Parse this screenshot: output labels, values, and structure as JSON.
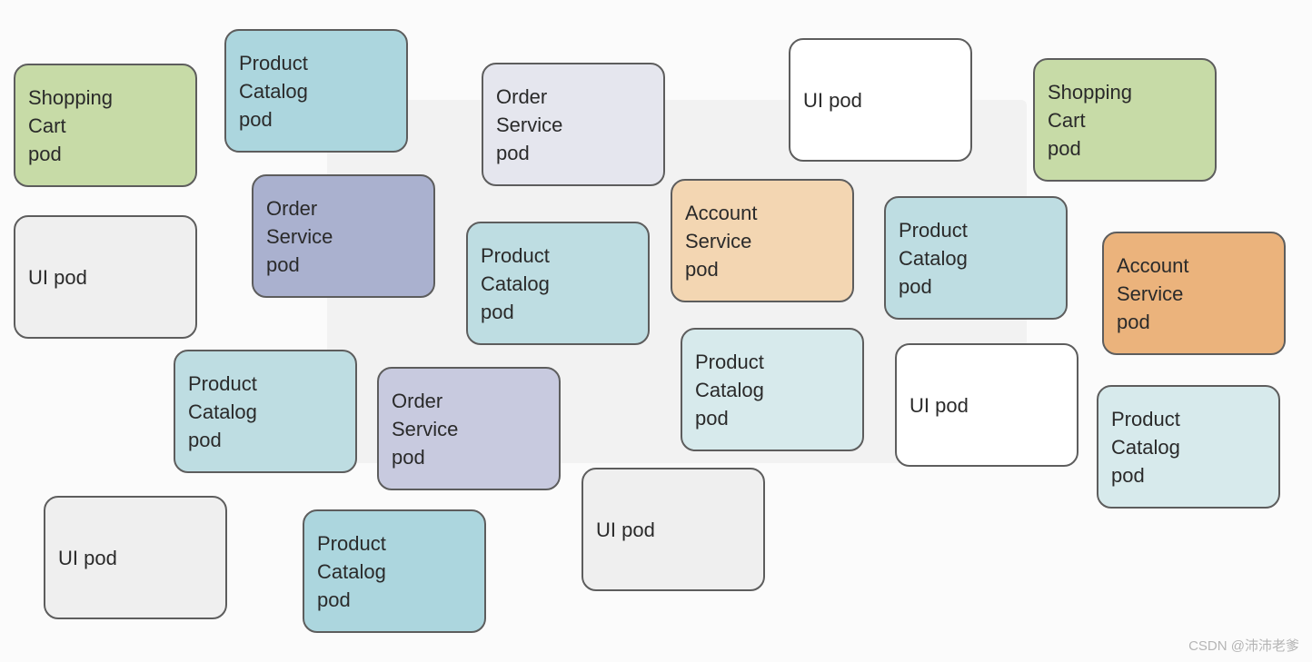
{
  "pods": {
    "p1": {
      "lines": [
        "Shopping",
        "Cart",
        "pod"
      ]
    },
    "p2": {
      "lines": [
        "Product",
        "Catalog",
        "pod"
      ]
    },
    "p3": {
      "lines": [
        "Order",
        "Service",
        "pod"
      ]
    },
    "p4": {
      "lines": [
        "UI pod"
      ]
    },
    "p5": {
      "lines": [
        "Shopping",
        "Cart",
        "pod"
      ]
    },
    "p6": {
      "lines": [
        "UI pod"
      ]
    },
    "p7": {
      "lines": [
        "Order",
        "Service",
        "pod"
      ]
    },
    "p8": {
      "lines": [
        "Product",
        "Catalog",
        "pod"
      ]
    },
    "p9": {
      "lines": [
        "Account",
        "Service",
        "pod"
      ]
    },
    "p10": {
      "lines": [
        "Product",
        "Catalog",
        "pod"
      ]
    },
    "p11": {
      "lines": [
        "Account",
        "Service",
        "pod"
      ]
    },
    "p12": {
      "lines": [
        "Product",
        "Catalog",
        "pod"
      ]
    },
    "p13": {
      "lines": [
        "Order",
        "Service",
        "pod"
      ]
    },
    "p14": {
      "lines": [
        "Product",
        "Catalog",
        "pod"
      ]
    },
    "p15": {
      "lines": [
        "UI pod"
      ]
    },
    "p16": {
      "lines": [
        "Product",
        "Catalog",
        "pod"
      ]
    },
    "p17": {
      "lines": [
        "UI pod"
      ]
    },
    "p18": {
      "lines": [
        "Product",
        "Catalog",
        "pod"
      ]
    },
    "p19": {
      "lines": [
        "UI pod"
      ]
    }
  },
  "colors": {
    "shopping_cart": "#c7dba7",
    "product_catalog": "#acd6de",
    "order_service": "#aab1cf",
    "ui": "#efefef",
    "account_service_light": "#f3d6b2",
    "account_service_dark": "#ebb37c",
    "border": "#5d5d5d"
  },
  "watermark": "CSDN @沛沛老爹"
}
